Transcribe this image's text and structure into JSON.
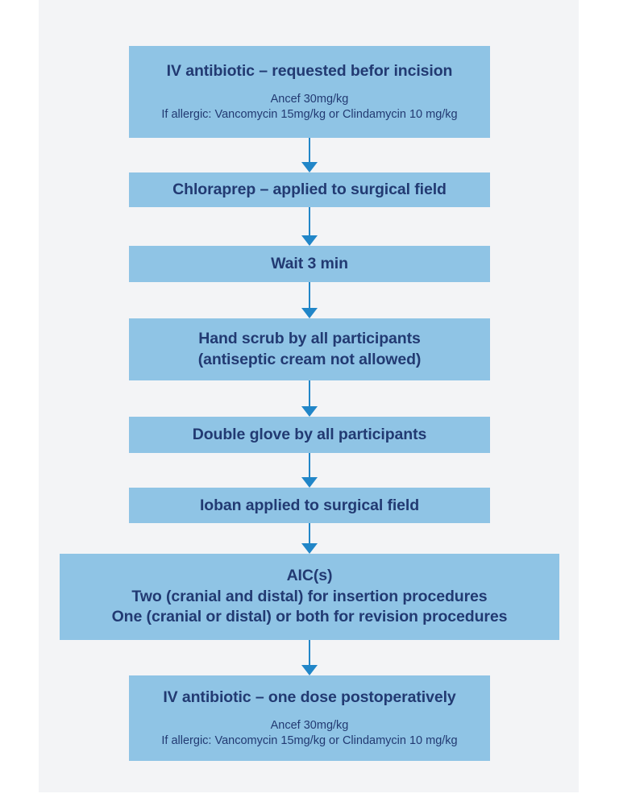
{
  "page": {
    "title": "Surgical infection prevention protocol",
    "background_color": "#ffffff",
    "canvas_color": "#f3f4f6"
  },
  "theme": {
    "node_fill": "#8fc4e5",
    "node_text": "#223a72",
    "arrow_color": "#2186c8"
  },
  "chart_data": {
    "type": "diagram",
    "diagram_type": "flowchart",
    "orientation": "top-to-bottom",
    "title": "",
    "node_count": 8,
    "connector_count": 7,
    "nodes": [
      {
        "id": "node-1",
        "order": 1,
        "title": "IV antibiotic – requested befor incision",
        "subtitle": "Ancef 30mg/kg\nIf allergic: Vancomycin 15mg/kg or Clindamycin 10 mg/kg",
        "width": "standard"
      },
      {
        "id": "node-2",
        "order": 2,
        "title": "Chloraprep – applied to surgical field",
        "subtitle": "",
        "width": "standard"
      },
      {
        "id": "node-3",
        "order": 3,
        "title": "Wait 3 min",
        "subtitle": "",
        "width": "standard"
      },
      {
        "id": "node-4",
        "order": 4,
        "title": "Hand scrub by all participants\n(antiseptic cream not allowed)",
        "subtitle": "",
        "width": "standard"
      },
      {
        "id": "node-5",
        "order": 5,
        "title": "Double glove by all participants",
        "subtitle": "",
        "width": "standard"
      },
      {
        "id": "node-6",
        "order": 6,
        "title": "Ioban applied to surgical field",
        "subtitle": "",
        "width": "standard"
      },
      {
        "id": "node-7",
        "order": 7,
        "title": "AIC(s)\nTwo (cranial and distal) for insertion procedures\nOne (cranial or distal) or both for revision procedures",
        "subtitle": "",
        "width": "wide"
      },
      {
        "id": "node-8",
        "order": 8,
        "title": "IV antibiotic – one dose postoperatively",
        "subtitle": "Ancef 30mg/kg\nIf allergic: Vancomycin 15mg/kg or Clindamycin 10 mg/kg",
        "width": "standard"
      }
    ],
    "edges": [
      {
        "from": "node-1",
        "to": "node-2",
        "label": ""
      },
      {
        "from": "node-2",
        "to": "node-3",
        "label": ""
      },
      {
        "from": "node-3",
        "to": "node-4",
        "label": ""
      },
      {
        "from": "node-4",
        "to": "node-5",
        "label": ""
      },
      {
        "from": "node-5",
        "to": "node-6",
        "label": ""
      },
      {
        "from": "node-6",
        "to": "node-7",
        "label": ""
      },
      {
        "from": "node-7",
        "to": "node-8",
        "label": ""
      }
    ]
  }
}
